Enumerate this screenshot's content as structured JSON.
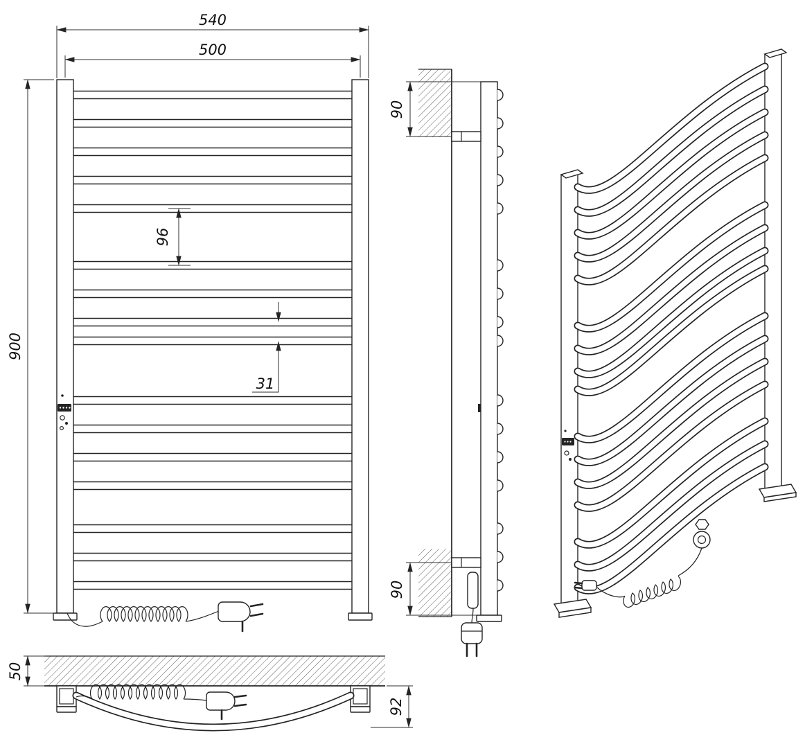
{
  "drawing": {
    "background": "#ffffff",
    "line_color": "#242424"
  },
  "views": {
    "front": {
      "dims": {
        "overall_width": "540",
        "mount_width": "500",
        "height": "900",
        "rung_spacing": "96",
        "rung_pair_gap": "31"
      }
    },
    "side": {
      "dims": {
        "top_bracket_offset": "90",
        "bottom_bracket_offset": "90"
      }
    },
    "top": {
      "dims": {
        "wall_clearance": "50",
        "rail_depth": "92"
      }
    }
  }
}
